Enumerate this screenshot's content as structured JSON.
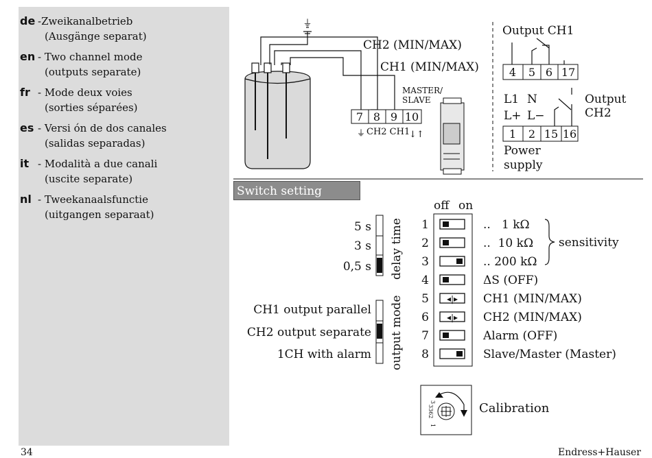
{
  "languages": [
    {
      "code": "de",
      "dash": "-",
      "line1": "Zweikanalbetrieb",
      "line2": "(Ausgänge separat)"
    },
    {
      "code": "en",
      "dash": "-",
      "line1": "Two channel mode",
      "line2": "(outputs separate)"
    },
    {
      "code": "fr",
      "dash": "-",
      "line1": "Mode deux voies",
      "line2": "(sorties séparées)"
    },
    {
      "code": "es",
      "dash": "-",
      "line1": "Versi ón de dos canales",
      "line2": "(salidas separadas)"
    },
    {
      "code": "it",
      "dash": "-",
      "line1": "Modalità a due canali",
      "line2": "(uscite separate)"
    },
    {
      "code": "nl",
      "dash": "-",
      "line1": "Tweekanaalsfunctie",
      "line2": "(uitgangen separaat)"
    }
  ],
  "wiring": {
    "ch2_label": "CH2 (MIN/MAX)",
    "ch1_label": "CH1 (MIN/MAX)",
    "master_slave_line1": "MASTER/",
    "master_slave_line2": "SLAVE",
    "terminals_left": [
      "7",
      "8",
      "9",
      "10"
    ],
    "terminal_legend": "CH2 CH1",
    "output_ch1": "Output CH1",
    "terminals_out_ch1": [
      "4",
      "5",
      "6",
      "17"
    ],
    "l1": "L1",
    "n": "N",
    "lplus": "L+",
    "lminus": "L−",
    "output_ch2_line1": "Output",
    "output_ch2_line2": "CH2",
    "terminals_power": [
      "1",
      "2",
      "15",
      "16"
    ],
    "power_line1": "Power",
    "power_line2": "supply"
  },
  "switch_setting": {
    "header": "Switch setting",
    "off": "off",
    "on": "on",
    "delay_label": "delay time",
    "delay_options": [
      "5 s",
      "3 s",
      "0,5 s"
    ],
    "output_mode_label": "output mode",
    "mode_options": [
      "CH1 output parallel",
      "CH2 output separate",
      "1CH with alarm"
    ],
    "switch_numbers": [
      "1",
      "2",
      "3",
      "4",
      "5",
      "6",
      "7",
      "8"
    ],
    "switch_labels": [
      "..   1 kΩ",
      "..  10 kΩ",
      ".. 200 kΩ",
      "ΔS (OFF)",
      "CH1 (MIN/MAX)",
      "CH2 (MIN/MAX)",
      "Alarm (OFF)",
      "Slave/Master (Master)"
    ],
    "sensitivity": "sensitivity",
    "calibration": "Calibration",
    "dial_labels": [
      "3",
      "3362",
      "1"
    ]
  },
  "footer": {
    "page": "34",
    "brand": "Endress+Hauser"
  }
}
